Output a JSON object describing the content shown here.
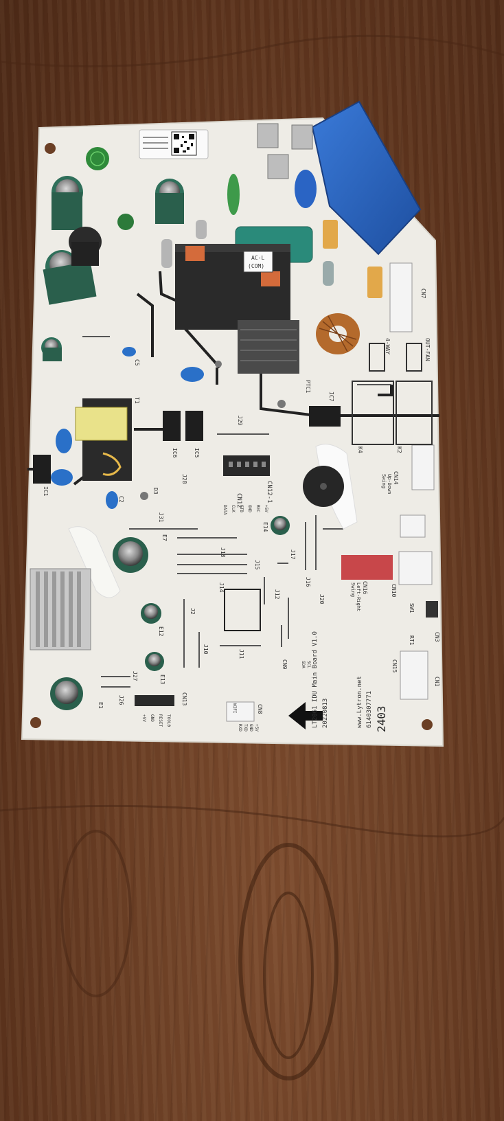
{
  "board": {
    "sticker_ac": "AC-L",
    "sticker_com": "(COM)",
    "model": "LT2061 IDU Main Board  V1.0",
    "website": "www.Lytron.net",
    "part_no": "6140307771",
    "date_code": "20220813",
    "handwritten": "2403",
    "connector_labels": [
      "CN12",
      "CN12-1",
      "CN14",
      "CN16",
      "CN10",
      "CN9",
      "CN8",
      "CN13",
      "CN15",
      "CN3",
      "CN1",
      "CN7"
    ],
    "component_labels": [
      "T1",
      "IC1",
      "IC5",
      "IC6",
      "IC7",
      "E1",
      "E7",
      "E12",
      "E13",
      "E14",
      "K2",
      "K4",
      "D3",
      "C2",
      "C5",
      "J31",
      "J18",
      "J15",
      "J14",
      "J16",
      "J17",
      "J20",
      "J12",
      "J11",
      "J10",
      "J2",
      "J27",
      "J26",
      "J28",
      "J29",
      "PTC1",
      "SW1",
      "RT1",
      "4-WAY",
      "OUT-FAN"
    ],
    "silk_small": [
      "Up-Down",
      "Swing",
      "Left-Right",
      "Swing",
      "+5V",
      "GND",
      "TXD",
      "RXD",
      "WIFI",
      "SCL",
      "SDA",
      "DATA",
      "CLK",
      "STB",
      "GND",
      "REC",
      "+5V",
      "TOOL0",
      "RESET",
      "GND",
      "+5V"
    ]
  },
  "colors": {
    "wood": "#6b3f25",
    "board": "#eeece6",
    "capacitor_blue": "#2a64c4",
    "capacitor_green": "#2f6f5a",
    "relay_black": "#2a2a2a",
    "coil_copper": "#b46a2c",
    "connector_red": "#c8474a"
  }
}
